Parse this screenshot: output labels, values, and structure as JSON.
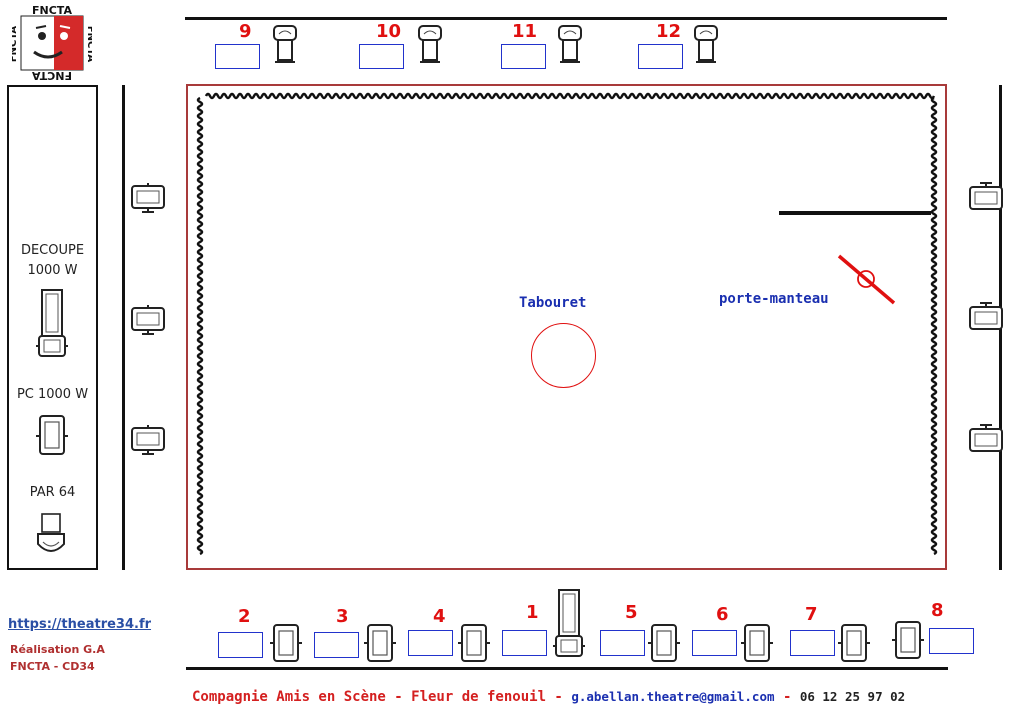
{
  "logo": {
    "text": "FNCTA"
  },
  "legend": {
    "decoupe_label_1": "DECOUPE",
    "decoupe_label_2": "1000 W",
    "pc_label": "PC 1000 W",
    "par_label": "PAR 64"
  },
  "stage": {
    "tabouret_label": "Tabouret",
    "porte_manteau_label": "porte-manteau"
  },
  "projectors": {
    "top": [
      "9",
      "10",
      "11",
      "12"
    ],
    "bottom": [
      "2",
      "3",
      "4",
      "1",
      "5",
      "6",
      "7",
      "8"
    ]
  },
  "links": {
    "website": "https://theatre34.fr"
  },
  "credits": {
    "line1": "Réalisation G.A",
    "line2": "FNCTA - CD34"
  },
  "footer": {
    "company": "Compagnie Amis en Scène - Fleur de fenouil -",
    "email": "g.abellan.theatre@gmail.com",
    "sep": "-",
    "phone": "06 12 25 97 02"
  },
  "colors": {
    "accent": "#e01010",
    "stage_border": "#a83a3a",
    "box_blue": "#2233cc"
  }
}
